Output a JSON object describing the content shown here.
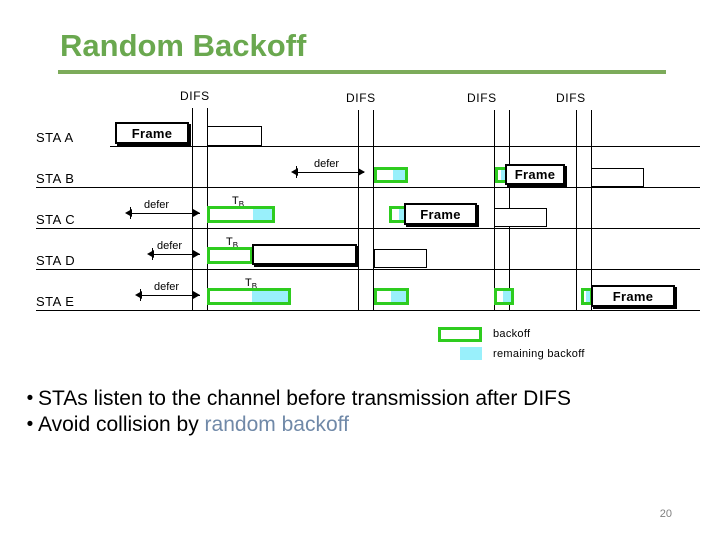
{
  "slide": {
    "title": "Random Backoff",
    "page_number": "20",
    "accent_color": "#6aa84f",
    "rule_color": "#7cab5a"
  },
  "diagram": {
    "stations": [
      {
        "label": "STA A"
      },
      {
        "label": "STA B"
      },
      {
        "label": "STA C"
      },
      {
        "label": "STA D"
      },
      {
        "label": "STA E"
      }
    ],
    "difs_labels": [
      {
        "text": "DIFS"
      },
      {
        "text": "DIFS"
      },
      {
        "text": "DIFS"
      },
      {
        "text": "DIFS"
      }
    ],
    "frames": [
      {
        "text": "Frame",
        "row": "STA A"
      },
      {
        "text": "Frame",
        "row": "STA B"
      },
      {
        "text": "Frame",
        "row": "STA C"
      },
      {
        "text": "",
        "row": "STA D"
      },
      {
        "text": "Frame",
        "row": "STA E"
      }
    ],
    "defers": [
      {
        "label": "defer",
        "row": "STA B"
      },
      {
        "label": "defer",
        "row": "STA C"
      },
      {
        "label": "defer",
        "row": "STA D"
      },
      {
        "label": "defer",
        "row": "STA E"
      }
    ],
    "backoff_timers": [
      {
        "label": "T",
        "sub": "B",
        "row": "STA C"
      },
      {
        "label": "T",
        "sub": "B",
        "row": "STA D"
      },
      {
        "label": "T",
        "sub": "B",
        "row": "STA E"
      }
    ],
    "colors": {
      "backoff_outline": "#2ecc1f",
      "remaining_backoff": "#99f0fb",
      "frame_outline": "#000000"
    }
  },
  "legend": {
    "items": [
      {
        "label": "backoff",
        "style": "outline"
      },
      {
        "label": "remaining backoff",
        "style": "fill"
      }
    ]
  },
  "bullets": [
    {
      "dot": "•",
      "text": "STAs listen to the channel before transmission after DIFS",
      "accent": ""
    },
    {
      "dot": "•",
      "text": "Avoid collision by ",
      "accent": "random backoff"
    }
  ]
}
